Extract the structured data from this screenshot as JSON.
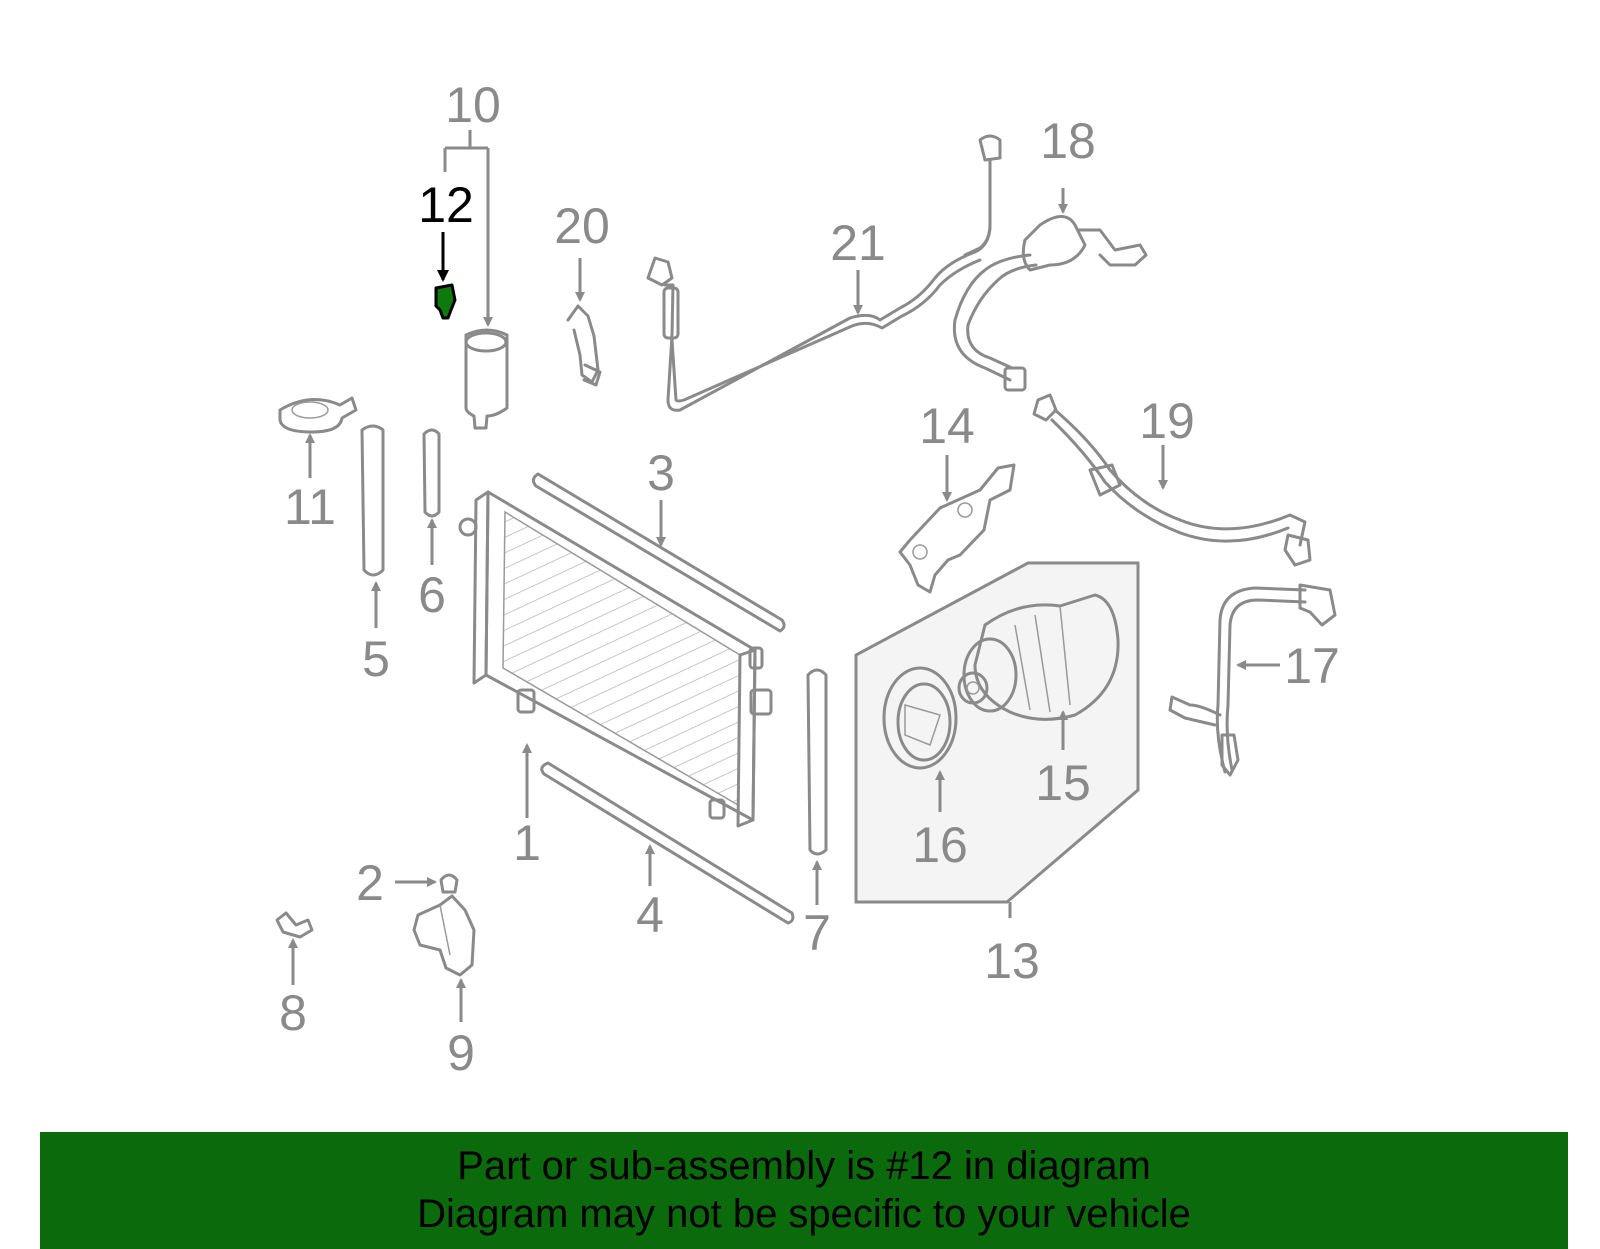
{
  "colors": {
    "background": "#ffffff",
    "parts_gray": "#8a8a8a",
    "highlight_black": "#000000",
    "highlight_part_green": "#0e7a0e",
    "banner_green": "#0b6a0b"
  },
  "diagram": {
    "highlighted_callout": "12",
    "callouts": {
      "c1": "1",
      "c2": "2",
      "c3": "3",
      "c4": "4",
      "c5": "5",
      "c6": "6",
      "c7": "7",
      "c8": "8",
      "c9": "9",
      "c10": "10",
      "c11": "11",
      "c12": "12",
      "c13": "13",
      "c14": "14",
      "c15": "15",
      "c16": "16",
      "c17": "17",
      "c18": "18",
      "c19": "19",
      "c20": "20",
      "c21": "21"
    }
  },
  "banner": {
    "line1": "Part or sub-assembly is #12 in diagram",
    "line2": "Diagram may not be specific to your vehicle"
  }
}
